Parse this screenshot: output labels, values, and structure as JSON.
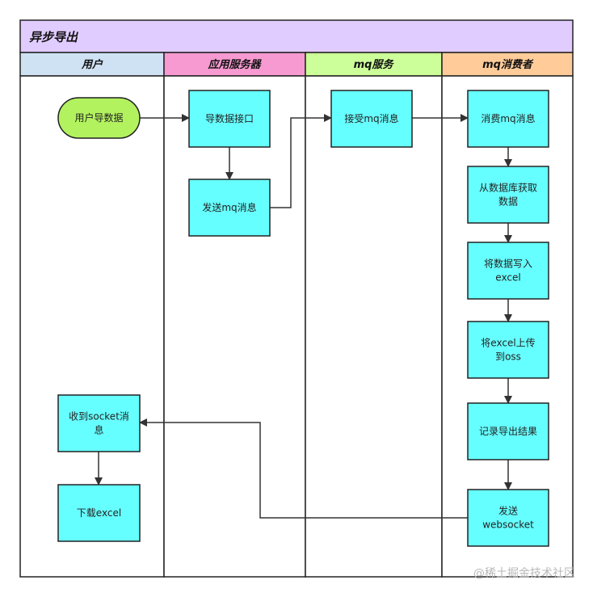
{
  "diagram": {
    "title": "异步导出",
    "lanes": [
      {
        "id": "lane-user",
        "label": "用户",
        "color": "#cfe2f3"
      },
      {
        "id": "lane-app-server",
        "label": "应用服务器",
        "color": "#f79ad1"
      },
      {
        "id": "lane-mq-service",
        "label": "mq服务",
        "color": "#ccff99"
      },
      {
        "id": "lane-mq-consumer",
        "label": "mq消费者",
        "color": "#ffcc99"
      }
    ],
    "nodes": {
      "user_export": {
        "lines": [
          "用户导数据"
        ],
        "shape": "terminator",
        "fill": "#b3f25f"
      },
      "export_api": {
        "lines": [
          "导数据接口"
        ],
        "shape": "process",
        "fill": "#66ffff"
      },
      "send_mq": {
        "lines": [
          "发送mq消息"
        ],
        "shape": "process",
        "fill": "#66ffff"
      },
      "receive_mq": {
        "lines": [
          "接受mq消息"
        ],
        "shape": "process",
        "fill": "#66ffff"
      },
      "consume_mq": {
        "lines": [
          "消费mq消息"
        ],
        "shape": "process",
        "fill": "#66ffff"
      },
      "fetch_db": {
        "lines": [
          "从数据库获取",
          "数据"
        ],
        "shape": "process",
        "fill": "#66ffff"
      },
      "write_excel": {
        "lines": [
          "将数据写入",
          "excel"
        ],
        "shape": "process",
        "fill": "#66ffff"
      },
      "upload_oss": {
        "lines": [
          "将excel上传",
          "到oss"
        ],
        "shape": "process",
        "fill": "#66ffff"
      },
      "record_result": {
        "lines": [
          "记录导出结果"
        ],
        "shape": "process",
        "fill": "#66ffff"
      },
      "send_ws": {
        "lines": [
          "发送",
          "websocket"
        ],
        "shape": "process",
        "fill": "#66ffff"
      },
      "recv_socket": {
        "lines": [
          "收到socket消",
          "息"
        ],
        "shape": "process",
        "fill": "#66ffff"
      },
      "download_excel": {
        "lines": [
          "下载excel"
        ],
        "shape": "process",
        "fill": "#66ffff"
      }
    },
    "edges": [
      {
        "from": "user_export",
        "to": "export_api"
      },
      {
        "from": "export_api",
        "to": "send_mq"
      },
      {
        "from": "send_mq",
        "to": "receive_mq"
      },
      {
        "from": "receive_mq",
        "to": "consume_mq"
      },
      {
        "from": "consume_mq",
        "to": "fetch_db"
      },
      {
        "from": "fetch_db",
        "to": "write_excel"
      },
      {
        "from": "write_excel",
        "to": "upload_oss"
      },
      {
        "from": "upload_oss",
        "to": "record_result"
      },
      {
        "from": "record_result",
        "to": "send_ws"
      },
      {
        "from": "send_ws",
        "to": "recv_socket"
      },
      {
        "from": "recv_socket",
        "to": "download_excel"
      }
    ],
    "colors": {
      "title_bar": "#e1ccff",
      "border": "#222222",
      "arrow": "#333333"
    }
  },
  "watermark": "@稀土掘金技术社区"
}
